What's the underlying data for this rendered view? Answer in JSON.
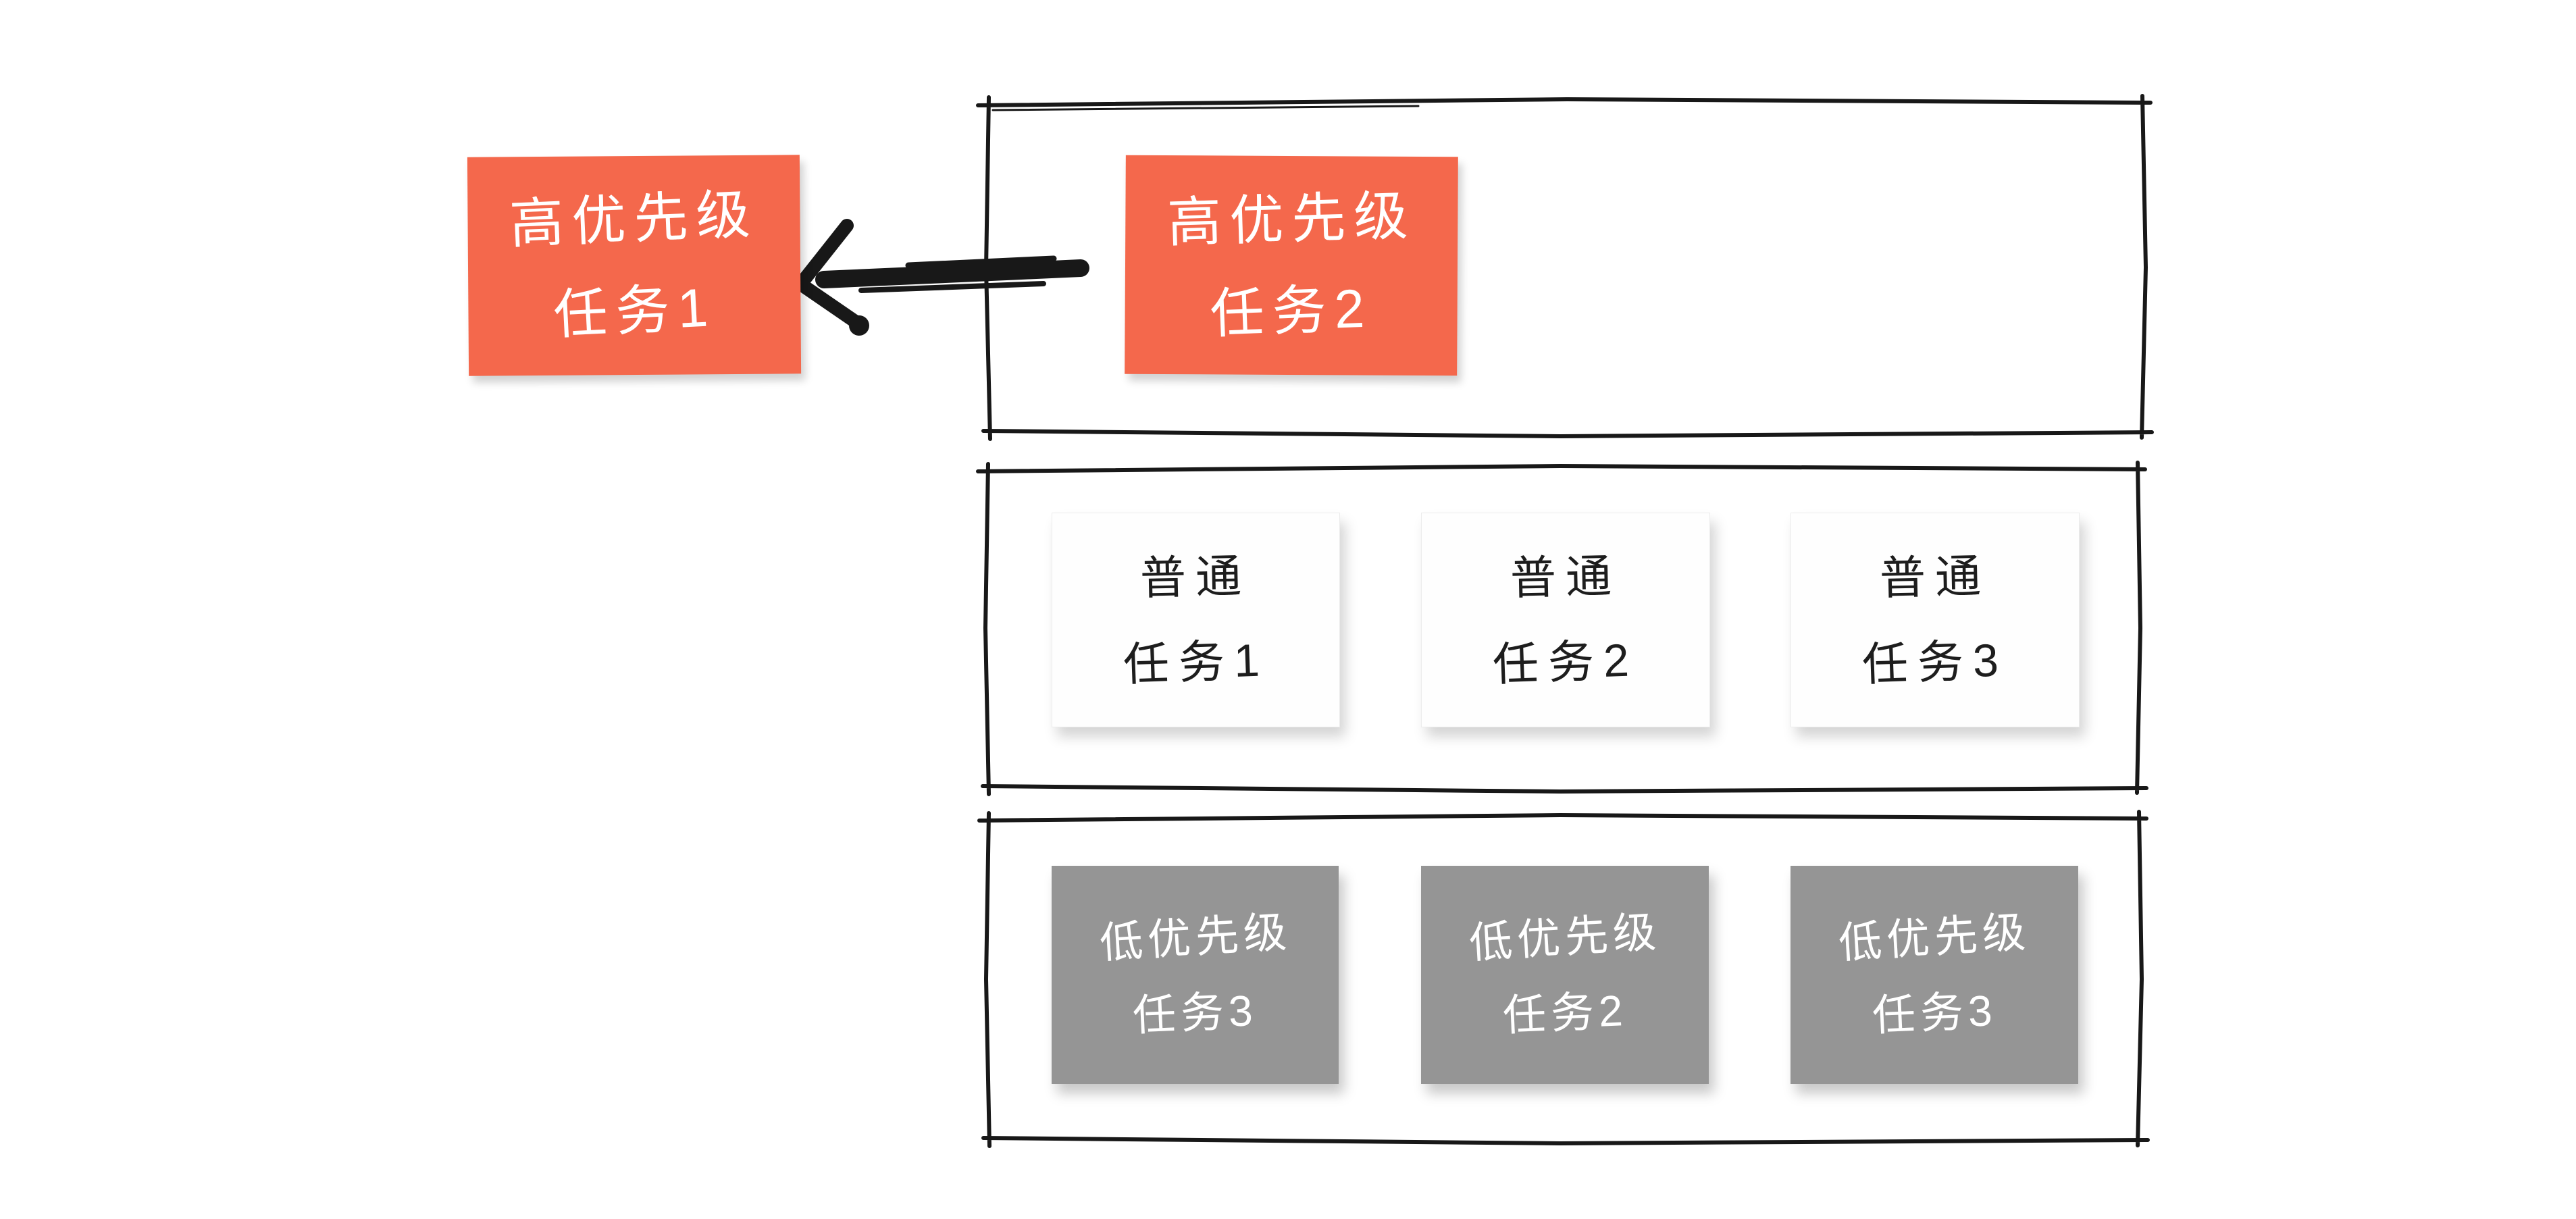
{
  "palette": {
    "red": "#f4684c",
    "gray": "#959595",
    "ink": "#181818",
    "card_text_light": "#ffffff",
    "card_text_dark": "#1d1d1d",
    "bg": "#ffffff"
  },
  "icons": {
    "dequeue_arrow": "left-arrow-brush-stroke"
  },
  "dequeued_task": {
    "line1": "高优先级",
    "line2": "任务1"
  },
  "queues": {
    "high": {
      "tasks": [
        {
          "line1": "高优先级",
          "line2": "任务2"
        }
      ]
    },
    "normal": {
      "tasks": [
        {
          "line1": "普通",
          "line2": "任务1"
        },
        {
          "line1": "普通",
          "line2": "任务2"
        },
        {
          "line1": "普通",
          "line2": "任务3"
        }
      ]
    },
    "low": {
      "tasks": [
        {
          "line1": "低优先级",
          "line2": "任务3"
        },
        {
          "line1": "低优先级",
          "line2": "任务2"
        },
        {
          "line1": "低优先级",
          "line2": "任务3"
        }
      ]
    }
  }
}
